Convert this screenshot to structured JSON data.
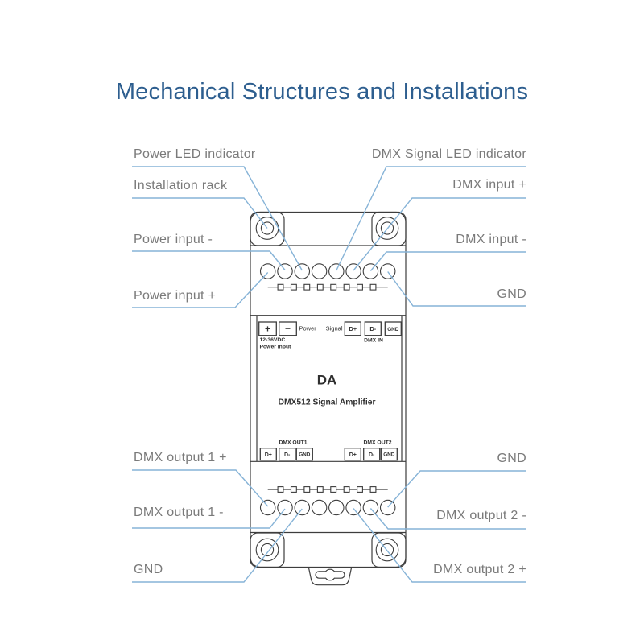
{
  "title": "Mechanical Structures and Installations",
  "callouts": {
    "left": [
      {
        "text": "Power LED indicator"
      },
      {
        "text": "Installation rack"
      },
      {
        "text": "Power input -"
      },
      {
        "text": "Power input +"
      },
      {
        "text": "DMX output 1 +"
      },
      {
        "text": "DMX output 1 -"
      },
      {
        "text": "GND"
      }
    ],
    "right": [
      {
        "text": "DMX Signal LED indicator"
      },
      {
        "text": "DMX input +"
      },
      {
        "text": "DMX input -"
      },
      {
        "text": "GND"
      },
      {
        "text": "GND"
      },
      {
        "text": "DMX output 2 -"
      },
      {
        "text": "DMX output 2 +"
      }
    ]
  },
  "device": {
    "model": "DA",
    "product_name": "DMX512 Signal Amplifier",
    "power_section": {
      "plus": "+",
      "minus": "−",
      "label": "Power",
      "voltage": "12-36VDC",
      "caption": "Power Input"
    },
    "dmx_in_section": {
      "label": "Signal",
      "d_plus": "D+",
      "d_minus": "D-",
      "gnd": "GND",
      "caption": "DMX IN"
    },
    "dmx_out1_section": {
      "caption": "DMX OUT1",
      "d_plus": "D+",
      "d_minus": "D-",
      "gnd": "GND"
    },
    "dmx_out2_section": {
      "caption": "DMX OUT2",
      "d_plus": "D+",
      "d_minus": "D-",
      "gnd": "GND"
    }
  },
  "colors": {
    "title_text": "#2d5e8f",
    "callout_text": "#7a7a7a",
    "leader_line": "#86b3d7",
    "device_outline": "#3d3d3d",
    "panel_text": "#2f2f2f",
    "background": "#ffffff"
  }
}
